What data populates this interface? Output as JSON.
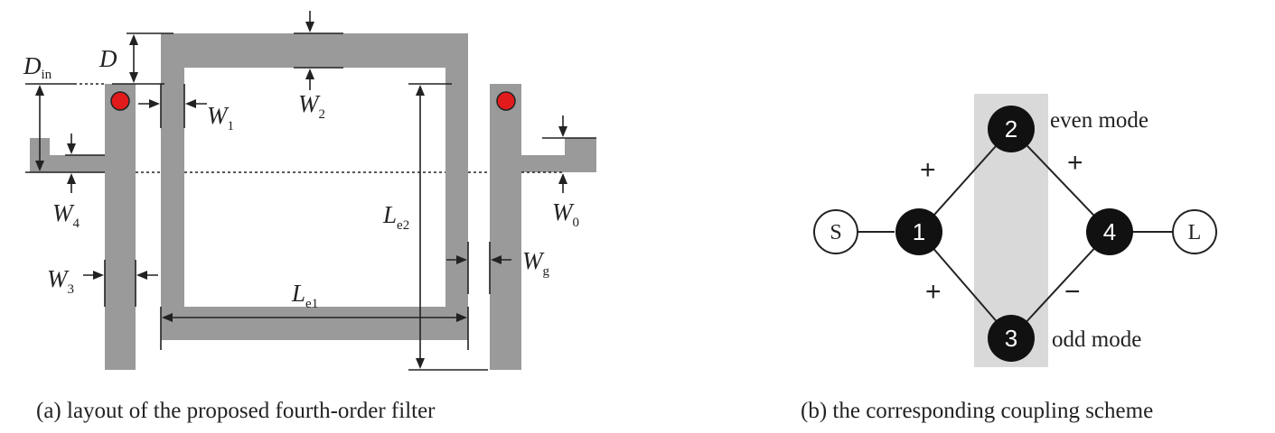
{
  "panel_a": {
    "caption": "(a) layout of the proposed fourth-order filter",
    "colors": {
      "strip": "#9a9a9a",
      "via": "#e11b1b",
      "line": "#222222"
    },
    "labels": {
      "D": {
        "main": "D",
        "sub": ""
      },
      "Din": {
        "main": "D",
        "sub": "in"
      },
      "W1": {
        "main": "W",
        "sub": "1"
      },
      "W2": {
        "main": "W",
        "sub": "2"
      },
      "W3": {
        "main": "W",
        "sub": "3"
      },
      "W4": {
        "main": "W",
        "sub": "4"
      },
      "W0": {
        "main": "W",
        "sub": "0"
      },
      "Wg": {
        "main": "W",
        "sub": "g"
      },
      "Le1": {
        "main": "L",
        "sub": "e1"
      },
      "Le2": {
        "main": "L",
        "sub": "e2"
      }
    }
  },
  "panel_b": {
    "caption": "(b) the corresponding coupling scheme",
    "colors": {
      "node": "#111111",
      "band": "#d9d9d9",
      "port": "#ffffff"
    },
    "nodes": {
      "n1": "1",
      "n2": "2",
      "n3": "3",
      "n4": "4"
    },
    "ports": {
      "source": "S",
      "load": "L"
    },
    "modes": {
      "even": "even mode",
      "odd": "odd mode"
    },
    "signs": {
      "s12": "+",
      "s24": "+",
      "s13": "+",
      "s34": "−"
    }
  }
}
